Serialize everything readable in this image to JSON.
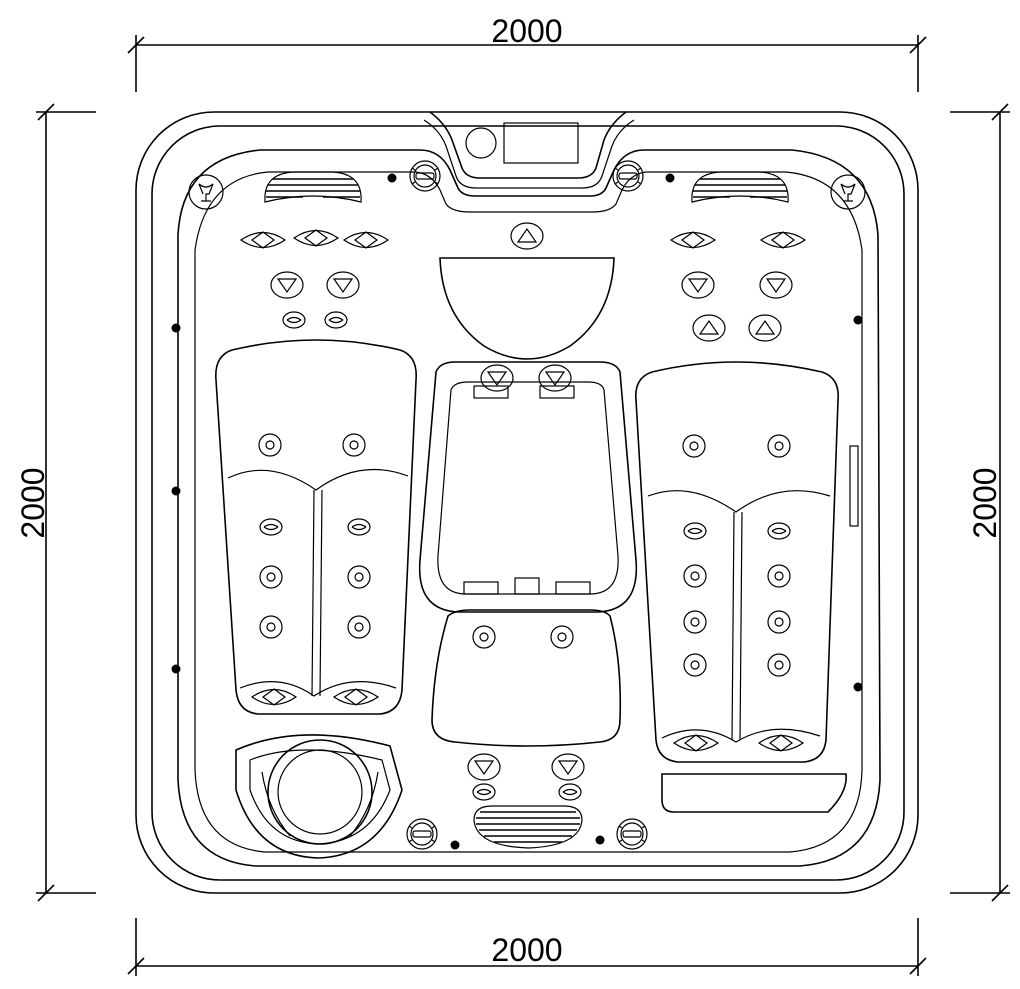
{
  "dimensions": {
    "top": "2000",
    "bottom": "2000",
    "left": "2000",
    "right": "2000"
  },
  "colors": {
    "line": "#000000",
    "background": "#ffffff"
  }
}
